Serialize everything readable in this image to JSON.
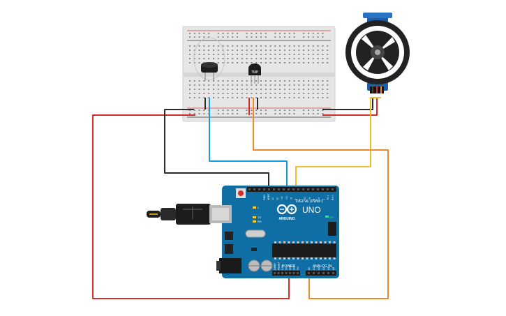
{
  "board": {
    "brand_label": "UNO",
    "sub_label": "ARDUINO",
    "digital_label": "DIGITAL (PWM~)",
    "power_label": "POWER",
    "analog_label": "ANALOG IN",
    "on_label": "ON",
    "tx_label": "TX",
    "rx_label": "RX",
    "l_label": "L",
    "aref_label": "AREF",
    "gnd_label": "GND",
    "digital_pins": [
      "13",
      "12",
      "~11",
      "~10",
      "~9",
      "8",
      "7",
      "~6",
      "~5",
      "4",
      "~3",
      "2",
      "TX 1",
      "RX 0"
    ],
    "power_pins": [
      "IOREF",
      "RESET",
      "3.3V",
      "5V",
      "GND",
      "GND",
      "Vin"
    ],
    "analog_pins": [
      "A0",
      "A1",
      "A2",
      "A3",
      "A4",
      "A5"
    ]
  },
  "sensor": {
    "label": "TMP"
  },
  "colors": {
    "wire_red": "#d32d2d",
    "wire_black": "#2b2b2b",
    "wire_blue": "#1a9ad6",
    "wire_orange": "#e8892e",
    "wire_yellow": "#f0bd2a",
    "board_blue": "#0f6fa5",
    "breadboard": "#e6e6e6",
    "servo_blue": "#1f5fa8"
  },
  "icons": {
    "usb": "usb-connector-icon",
    "logo": "arduino-infinity-logo-icon",
    "power_jack": "dc-power-jack-icon"
  }
}
